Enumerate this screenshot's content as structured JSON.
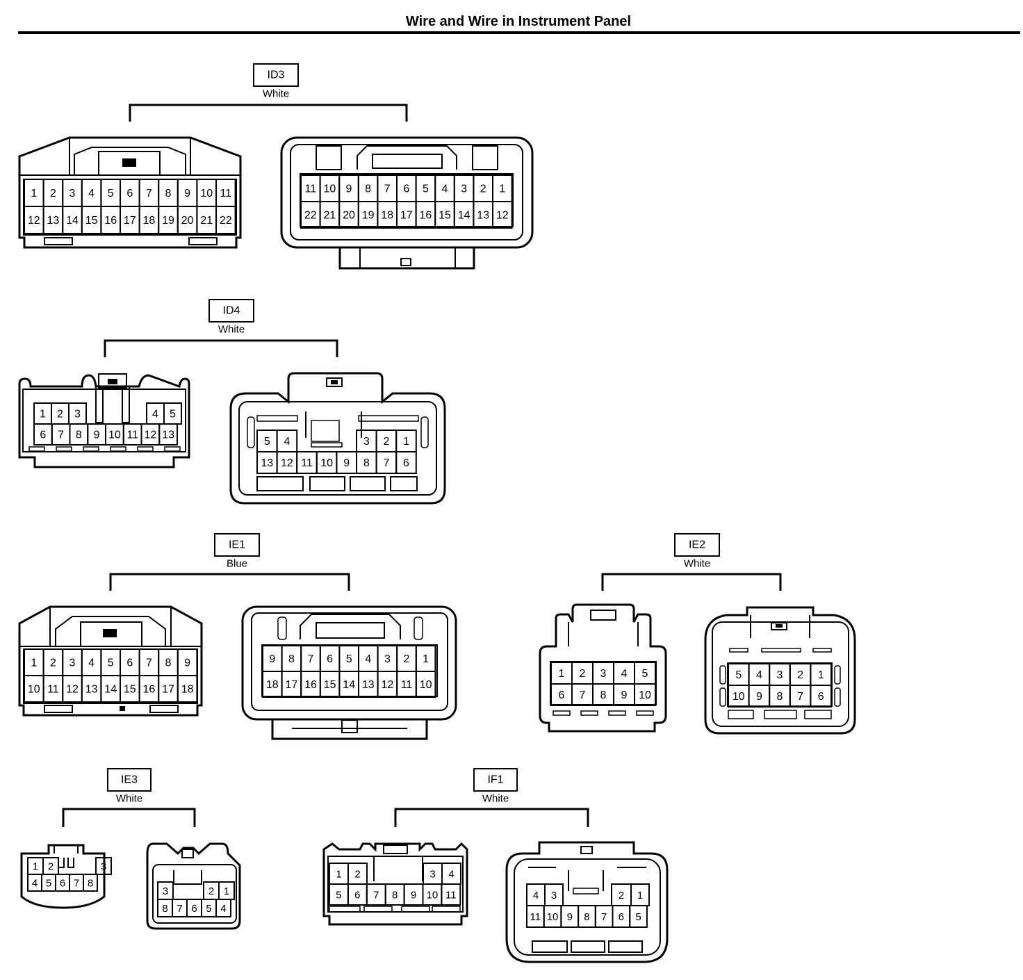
{
  "title": "Wire and Wire in Instrument Panel",
  "stroke_color": "#000000",
  "background_color": "#ffffff",
  "connectors": [
    {
      "id": "ID3",
      "color": "White",
      "male_pins": [
        [
          1,
          2,
          3,
          4,
          5,
          6,
          7,
          8,
          9,
          10,
          11
        ],
        [
          12,
          13,
          14,
          15,
          16,
          17,
          18,
          19,
          20,
          21,
          22
        ]
      ],
      "female_pins": [
        [
          11,
          10,
          9,
          8,
          7,
          6,
          5,
          4,
          3,
          2,
          1
        ],
        [
          22,
          21,
          20,
          19,
          18,
          17,
          16,
          15,
          14,
          13,
          12
        ]
      ]
    },
    {
      "id": "ID4",
      "color": "White",
      "male_pins": [
        [
          1,
          2,
          3,
          "",
          4,
          5
        ],
        [
          6,
          7,
          8,
          9,
          10,
          11,
          12,
          13
        ]
      ],
      "female_pins": [
        [
          5,
          4,
          "",
          3,
          2,
          1
        ],
        [
          13,
          12,
          11,
          10,
          9,
          8,
          7,
          6
        ]
      ]
    },
    {
      "id": "IE1",
      "color": "Blue",
      "male_pins": [
        [
          1,
          2,
          3,
          4,
          5,
          6,
          7,
          8,
          9
        ],
        [
          10,
          11,
          12,
          13,
          14,
          15,
          16,
          17,
          18
        ]
      ],
      "female_pins": [
        [
          9,
          8,
          7,
          6,
          5,
          4,
          3,
          2,
          1
        ],
        [
          18,
          17,
          16,
          15,
          14,
          13,
          12,
          11,
          10
        ]
      ]
    },
    {
      "id": "IE2",
      "color": "White",
      "male_pins": [
        [
          1,
          2,
          3,
          4,
          5
        ],
        [
          6,
          7,
          8,
          9,
          10
        ]
      ],
      "female_pins": [
        [
          5,
          4,
          3,
          2,
          1
        ],
        [
          10,
          9,
          8,
          7,
          6
        ]
      ]
    },
    {
      "id": "IE3",
      "color": "White",
      "male_pins": [
        [
          1,
          2,
          "",
          3
        ],
        [
          4,
          5,
          6,
          7,
          8
        ]
      ],
      "female_pins": [
        [
          3,
          "",
          2,
          1
        ],
        [
          8,
          7,
          6,
          5,
          4
        ]
      ]
    },
    {
      "id": "IF1",
      "color": "White",
      "male_pins": [
        [
          1,
          2,
          "",
          3,
          4
        ],
        [
          5,
          6,
          7,
          8,
          9,
          10,
          11
        ]
      ],
      "female_pins": [
        [
          4,
          3,
          "",
          2,
          1
        ],
        [
          11,
          10,
          9,
          8,
          7,
          6,
          5
        ]
      ]
    }
  ]
}
